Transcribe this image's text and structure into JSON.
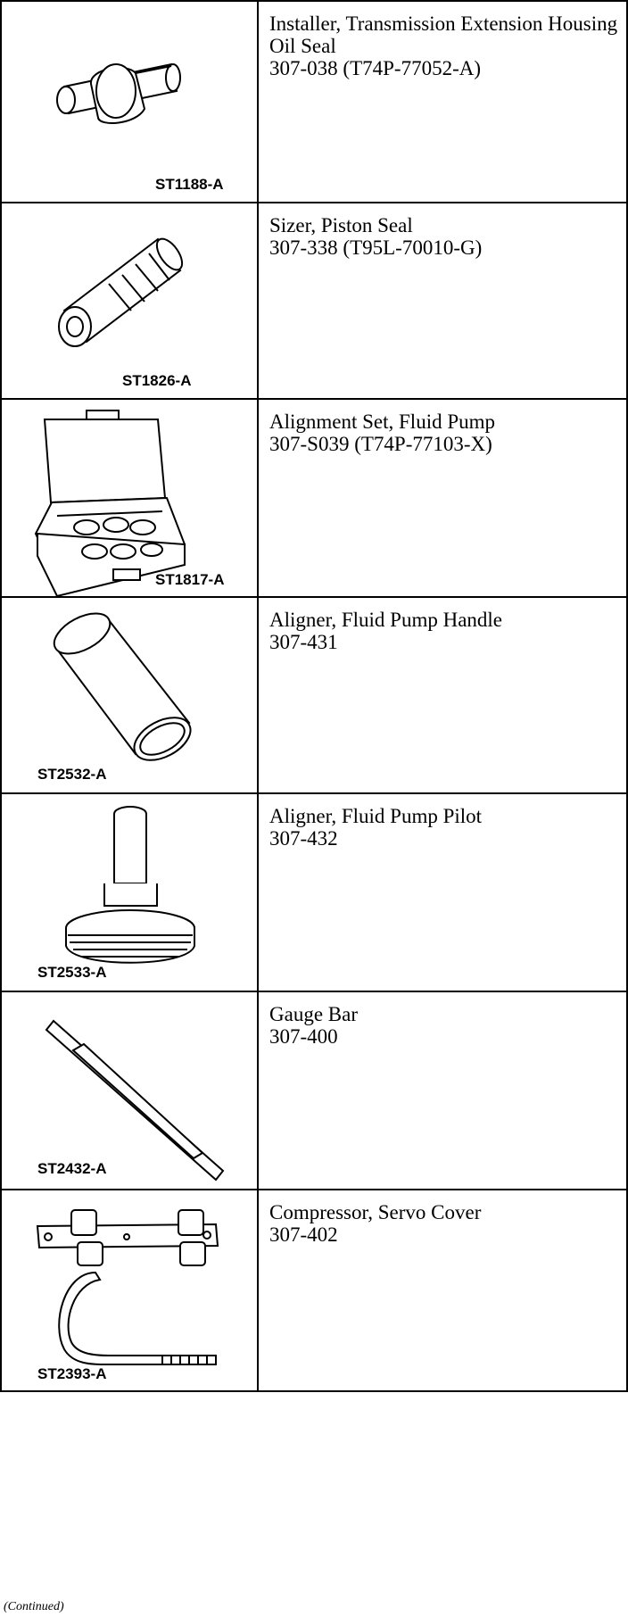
{
  "tools": [
    {
      "name": "Installer, Transmission Extension Housing Oil Seal",
      "part": "307-038 (T74P-77052-A)",
      "code": "ST1188-A",
      "icon": "seal-installer-icon"
    },
    {
      "name": "Sizer, Piston Seal",
      "part": "307-338 (T95L-70010-G)",
      "code": "ST1826-A",
      "icon": "piston-seal-sizer-icon"
    },
    {
      "name": "Alignment Set, Fluid Pump",
      "part": "307-S039 (T74P-77103-X)",
      "code": "ST1817-A",
      "icon": "alignment-case-icon"
    },
    {
      "name": "Aligner, Fluid Pump Handle",
      "part": "307-431",
      "code": "ST2532-A",
      "icon": "handle-aligner-icon"
    },
    {
      "name": "Aligner, Fluid Pump Pilot",
      "part": "307-432",
      "code": "ST2533-A",
      "icon": "pilot-aligner-icon"
    },
    {
      "name": "Gauge Bar",
      "part": "307-400",
      "code": "ST2432-A",
      "icon": "gauge-bar-icon"
    },
    {
      "name": "Compressor, Servo Cover",
      "part": "307-402",
      "code": "ST2393-A",
      "icon": "servo-compressor-icon"
    }
  ],
  "footer": "(Continued)"
}
